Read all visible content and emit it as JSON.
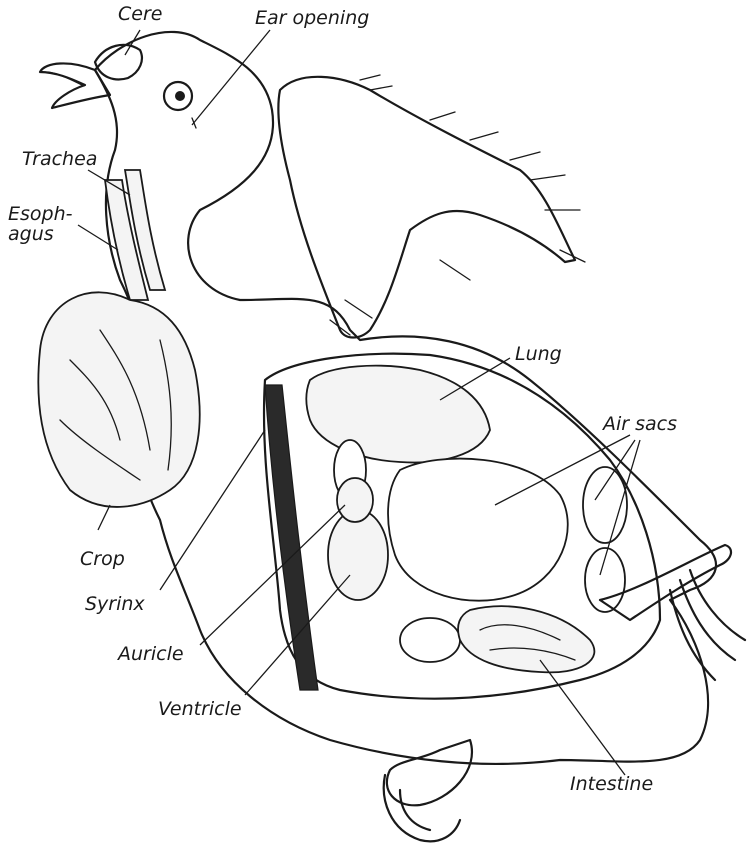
{
  "labels": {
    "cere": "Cere",
    "ear_opening": "Ear opening",
    "trachea": "Trachea",
    "esophagus_line1": "Esoph-",
    "esophagus_line2": "agus",
    "lung": "Lung",
    "air_sacs": "Air sacs",
    "crop": "Crop",
    "syrinx": "Syrinx",
    "auricle": "Auricle",
    "ventricle": "Ventricle",
    "intestine": "Intestine"
  }
}
